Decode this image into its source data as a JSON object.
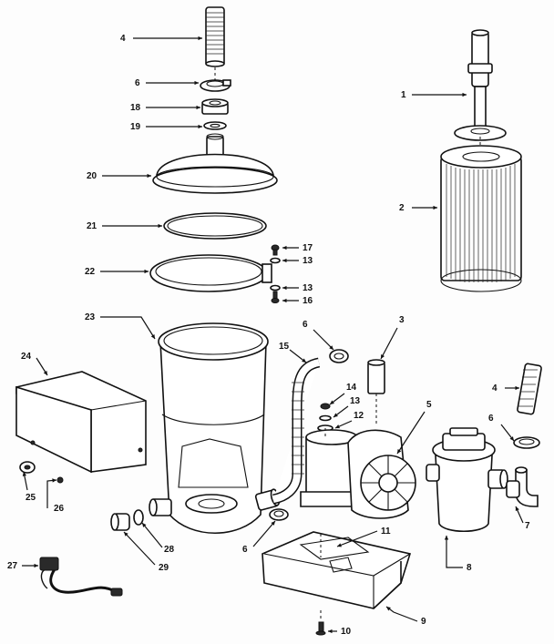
{
  "diagram": {
    "callouts": [
      {
        "id": "c4a",
        "label": "4"
      },
      {
        "id": "c6a",
        "label": "6"
      },
      {
        "id": "c18",
        "label": "18"
      },
      {
        "id": "c19",
        "label": "19"
      },
      {
        "id": "c20",
        "label": "20"
      },
      {
        "id": "c21",
        "label": "21"
      },
      {
        "id": "c22",
        "label": "22"
      },
      {
        "id": "c23",
        "label": "23"
      },
      {
        "id": "c24",
        "label": "24"
      },
      {
        "id": "c25",
        "label": "25"
      },
      {
        "id": "c26",
        "label": "26"
      },
      {
        "id": "c27",
        "label": "27"
      },
      {
        "id": "c28",
        "label": "28"
      },
      {
        "id": "c29",
        "label": "29"
      },
      {
        "id": "c1",
        "label": "1"
      },
      {
        "id": "c2",
        "label": "2"
      },
      {
        "id": "c17",
        "label": "17"
      },
      {
        "id": "c13a",
        "label": "13"
      },
      {
        "id": "c13b",
        "label": "13"
      },
      {
        "id": "c16",
        "label": "16"
      },
      {
        "id": "c6b",
        "label": "6"
      },
      {
        "id": "c3",
        "label": "3"
      },
      {
        "id": "c15",
        "label": "15"
      },
      {
        "id": "c14",
        "label": "14"
      },
      {
        "id": "c13c",
        "label": "13"
      },
      {
        "id": "c12",
        "label": "12"
      },
      {
        "id": "c5",
        "label": "5"
      },
      {
        "id": "c4b",
        "label": "4"
      },
      {
        "id": "c6c",
        "label": "6"
      },
      {
        "id": "c7",
        "label": "7"
      },
      {
        "id": "c6d",
        "label": "6"
      },
      {
        "id": "c11",
        "label": "11"
      },
      {
        "id": "c8",
        "label": "8"
      },
      {
        "id": "c9",
        "label": "9"
      },
      {
        "id": "c10",
        "label": "10"
      }
    ]
  }
}
